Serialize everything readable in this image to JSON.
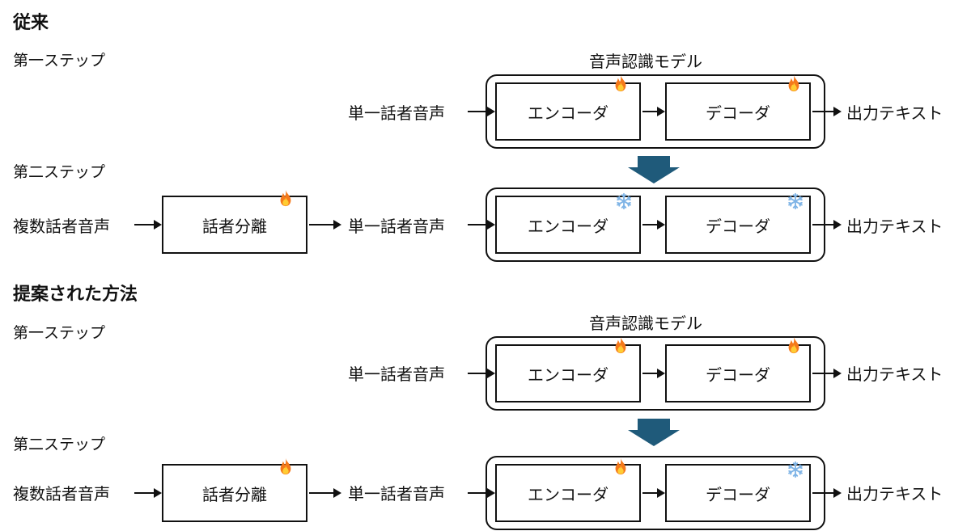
{
  "sections": [
    {
      "heading": "従来",
      "steps": [
        {
          "label": "第一ステップ",
          "model_title": "音声認識モデル",
          "input": "単一話者音声",
          "encoder": {
            "label": "エンコーダ",
            "state": "fire-icon"
          },
          "decoder": {
            "label": "デコーダ",
            "state": "fire-icon"
          },
          "output": "出力テキスト"
        },
        {
          "label": "第二ステップ",
          "source": "複数話者音声",
          "separation": {
            "label": "話者分離",
            "state": "fire-icon"
          },
          "input": "単一話者音声",
          "encoder": {
            "label": "エンコーダ",
            "state": "snowflake-icon"
          },
          "decoder": {
            "label": "デコーダ",
            "state": "snowflake-icon"
          },
          "output": "出力テキスト"
        }
      ]
    },
    {
      "heading": "提案された方法",
      "steps": [
        {
          "label": "第一ステップ",
          "model_title": "音声認識モデル",
          "input": "単一話者音声",
          "encoder": {
            "label": "エンコーダ",
            "state": "fire-icon"
          },
          "decoder": {
            "label": "デコーダ",
            "state": "fire-icon"
          },
          "output": "出力テキスト"
        },
        {
          "label": "第二ステップ",
          "source": "複数話者音声",
          "separation": {
            "label": "話者分離",
            "state": "fire-icon"
          },
          "input": "単一話者音声",
          "encoder": {
            "label": "エンコーダ",
            "state": "fire-icon"
          },
          "decoder": {
            "label": "デコーダ",
            "state": "snowflake-icon"
          },
          "output": "出力テキスト"
        }
      ]
    }
  ],
  "colors": {
    "transition_arrow": "#1f5a7a",
    "fire": "#f5791b",
    "fire_inner": "#ffcc33",
    "snowflake": "#7fb4e6"
  }
}
